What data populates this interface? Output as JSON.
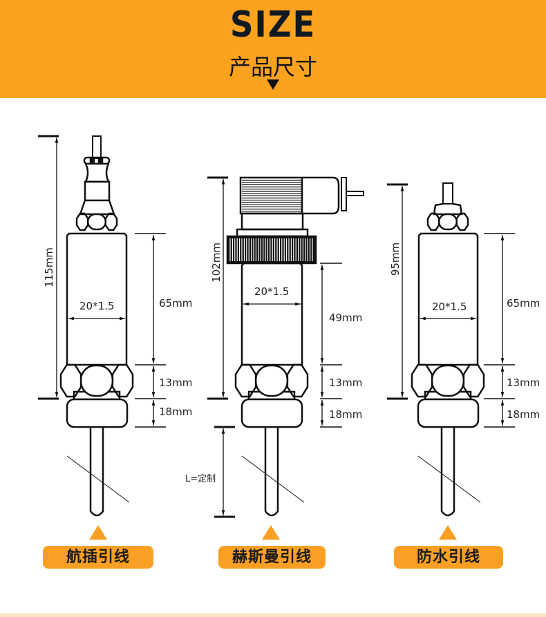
{
  "header": {
    "title": "SIZE",
    "subtitle": "产品尺寸",
    "accent": "#FBA21F"
  },
  "sensors": [
    {
      "name": "航插引线",
      "total": "115mm",
      "thread": "20*1.5",
      "body": "65mm",
      "nut": "13mm",
      "cap": "18mm"
    },
    {
      "name": "赫斯曼引线",
      "total": "102mm",
      "thread": "20*1.5",
      "body": "49mm",
      "nut": "13mm",
      "cap": "18mm",
      "probe_length": "L=定制"
    },
    {
      "name": "防水引线",
      "total": "95mm",
      "thread": "20*1.5",
      "body": "65mm",
      "nut": "13mm",
      "cap": "18mm"
    }
  ]
}
